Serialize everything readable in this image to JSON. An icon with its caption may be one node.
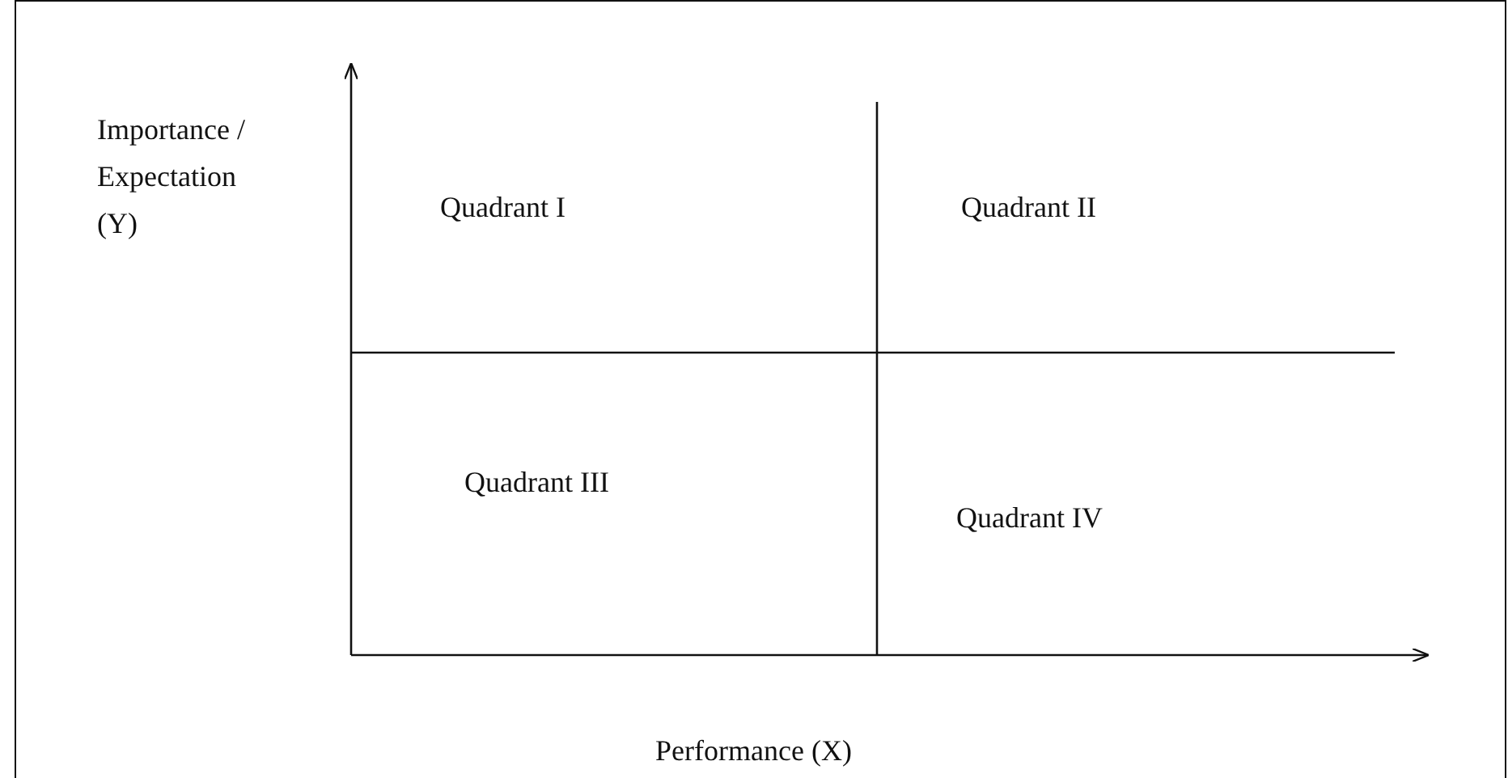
{
  "diagram": {
    "labels": [
      "Importance / Expectation (Y)",
      "Quadrant I",
      "Quadrant II",
      "Quadrant III",
      "Quadrant IV",
      "Performance (X)"
    ]
  }
}
